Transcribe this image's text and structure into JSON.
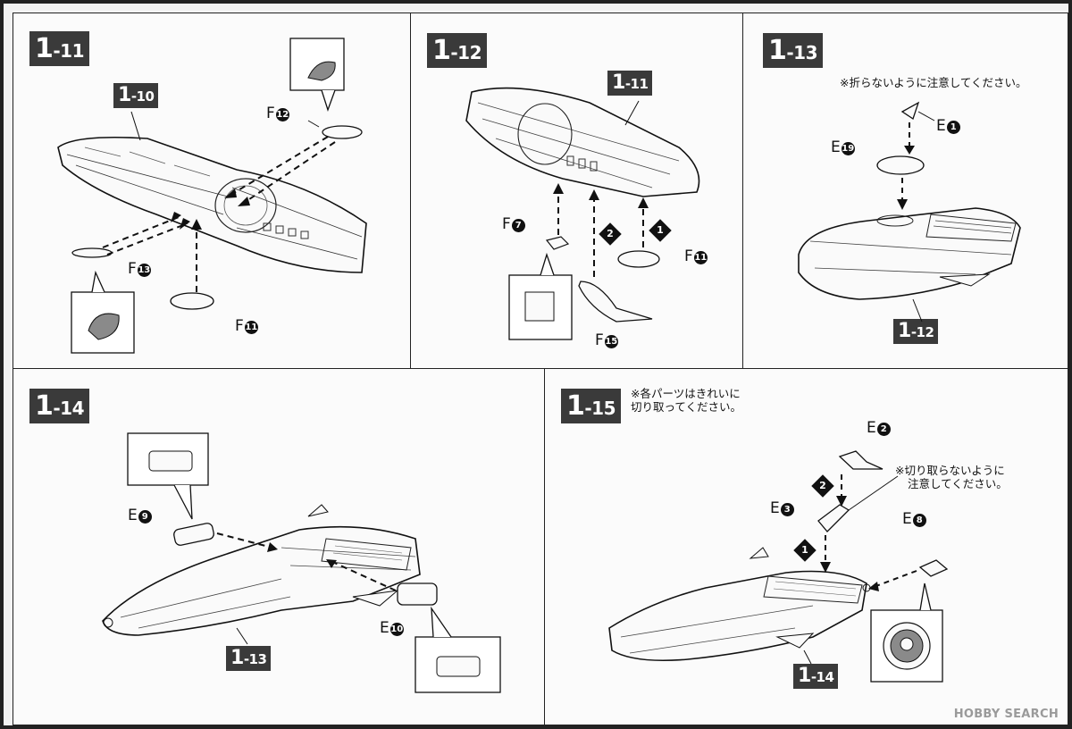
{
  "colors": {
    "ink": "#111111",
    "badge": "#3a3a3a",
    "paper": "#fbfbfb",
    "shade": "#8a8a8a"
  },
  "steps": {
    "s11": {
      "major": "1",
      "minor": "-11",
      "ref": {
        "major": "1",
        "minor": "-10"
      },
      "parts": [
        {
          "letter": "F",
          "num": "12"
        },
        {
          "letter": "F",
          "num": "13"
        },
        {
          "letter": "F",
          "num": "11"
        }
      ]
    },
    "s12": {
      "major": "1",
      "minor": "-12",
      "ref": {
        "major": "1",
        "minor": "-11"
      },
      "parts": [
        {
          "letter": "F",
          "num": "7"
        },
        {
          "letter": "F",
          "num": "11"
        },
        {
          "letter": "F",
          "num": "15"
        }
      ],
      "order": [
        "1",
        "2"
      ]
    },
    "s13": {
      "major": "1",
      "minor": "-13",
      "ref": {
        "major": "1",
        "minor": "-12"
      },
      "note": "※折らないように注意してください。",
      "parts": [
        {
          "letter": "E",
          "num": "1"
        },
        {
          "letter": "E",
          "num": "19"
        }
      ]
    },
    "s14": {
      "major": "1",
      "minor": "-14",
      "ref": {
        "major": "1",
        "minor": "-13"
      },
      "parts": [
        {
          "letter": "E",
          "num": "9"
        },
        {
          "letter": "E",
          "num": "10"
        }
      ]
    },
    "s15": {
      "major": "1",
      "minor": "-15",
      "ref": {
        "major": "1",
        "minor": "-14"
      },
      "note_line1": "※各パーツはきれいに",
      "note_line2": "切り取ってください。",
      "note2_line1": "※切り取らないように",
      "note2_line2": "注意してください。",
      "parts": [
        {
          "letter": "E",
          "num": "2"
        },
        {
          "letter": "E",
          "num": "3"
        },
        {
          "letter": "E",
          "num": "8"
        }
      ],
      "order": [
        "1",
        "2"
      ]
    }
  },
  "watermark": "HOBBY SEARCH"
}
